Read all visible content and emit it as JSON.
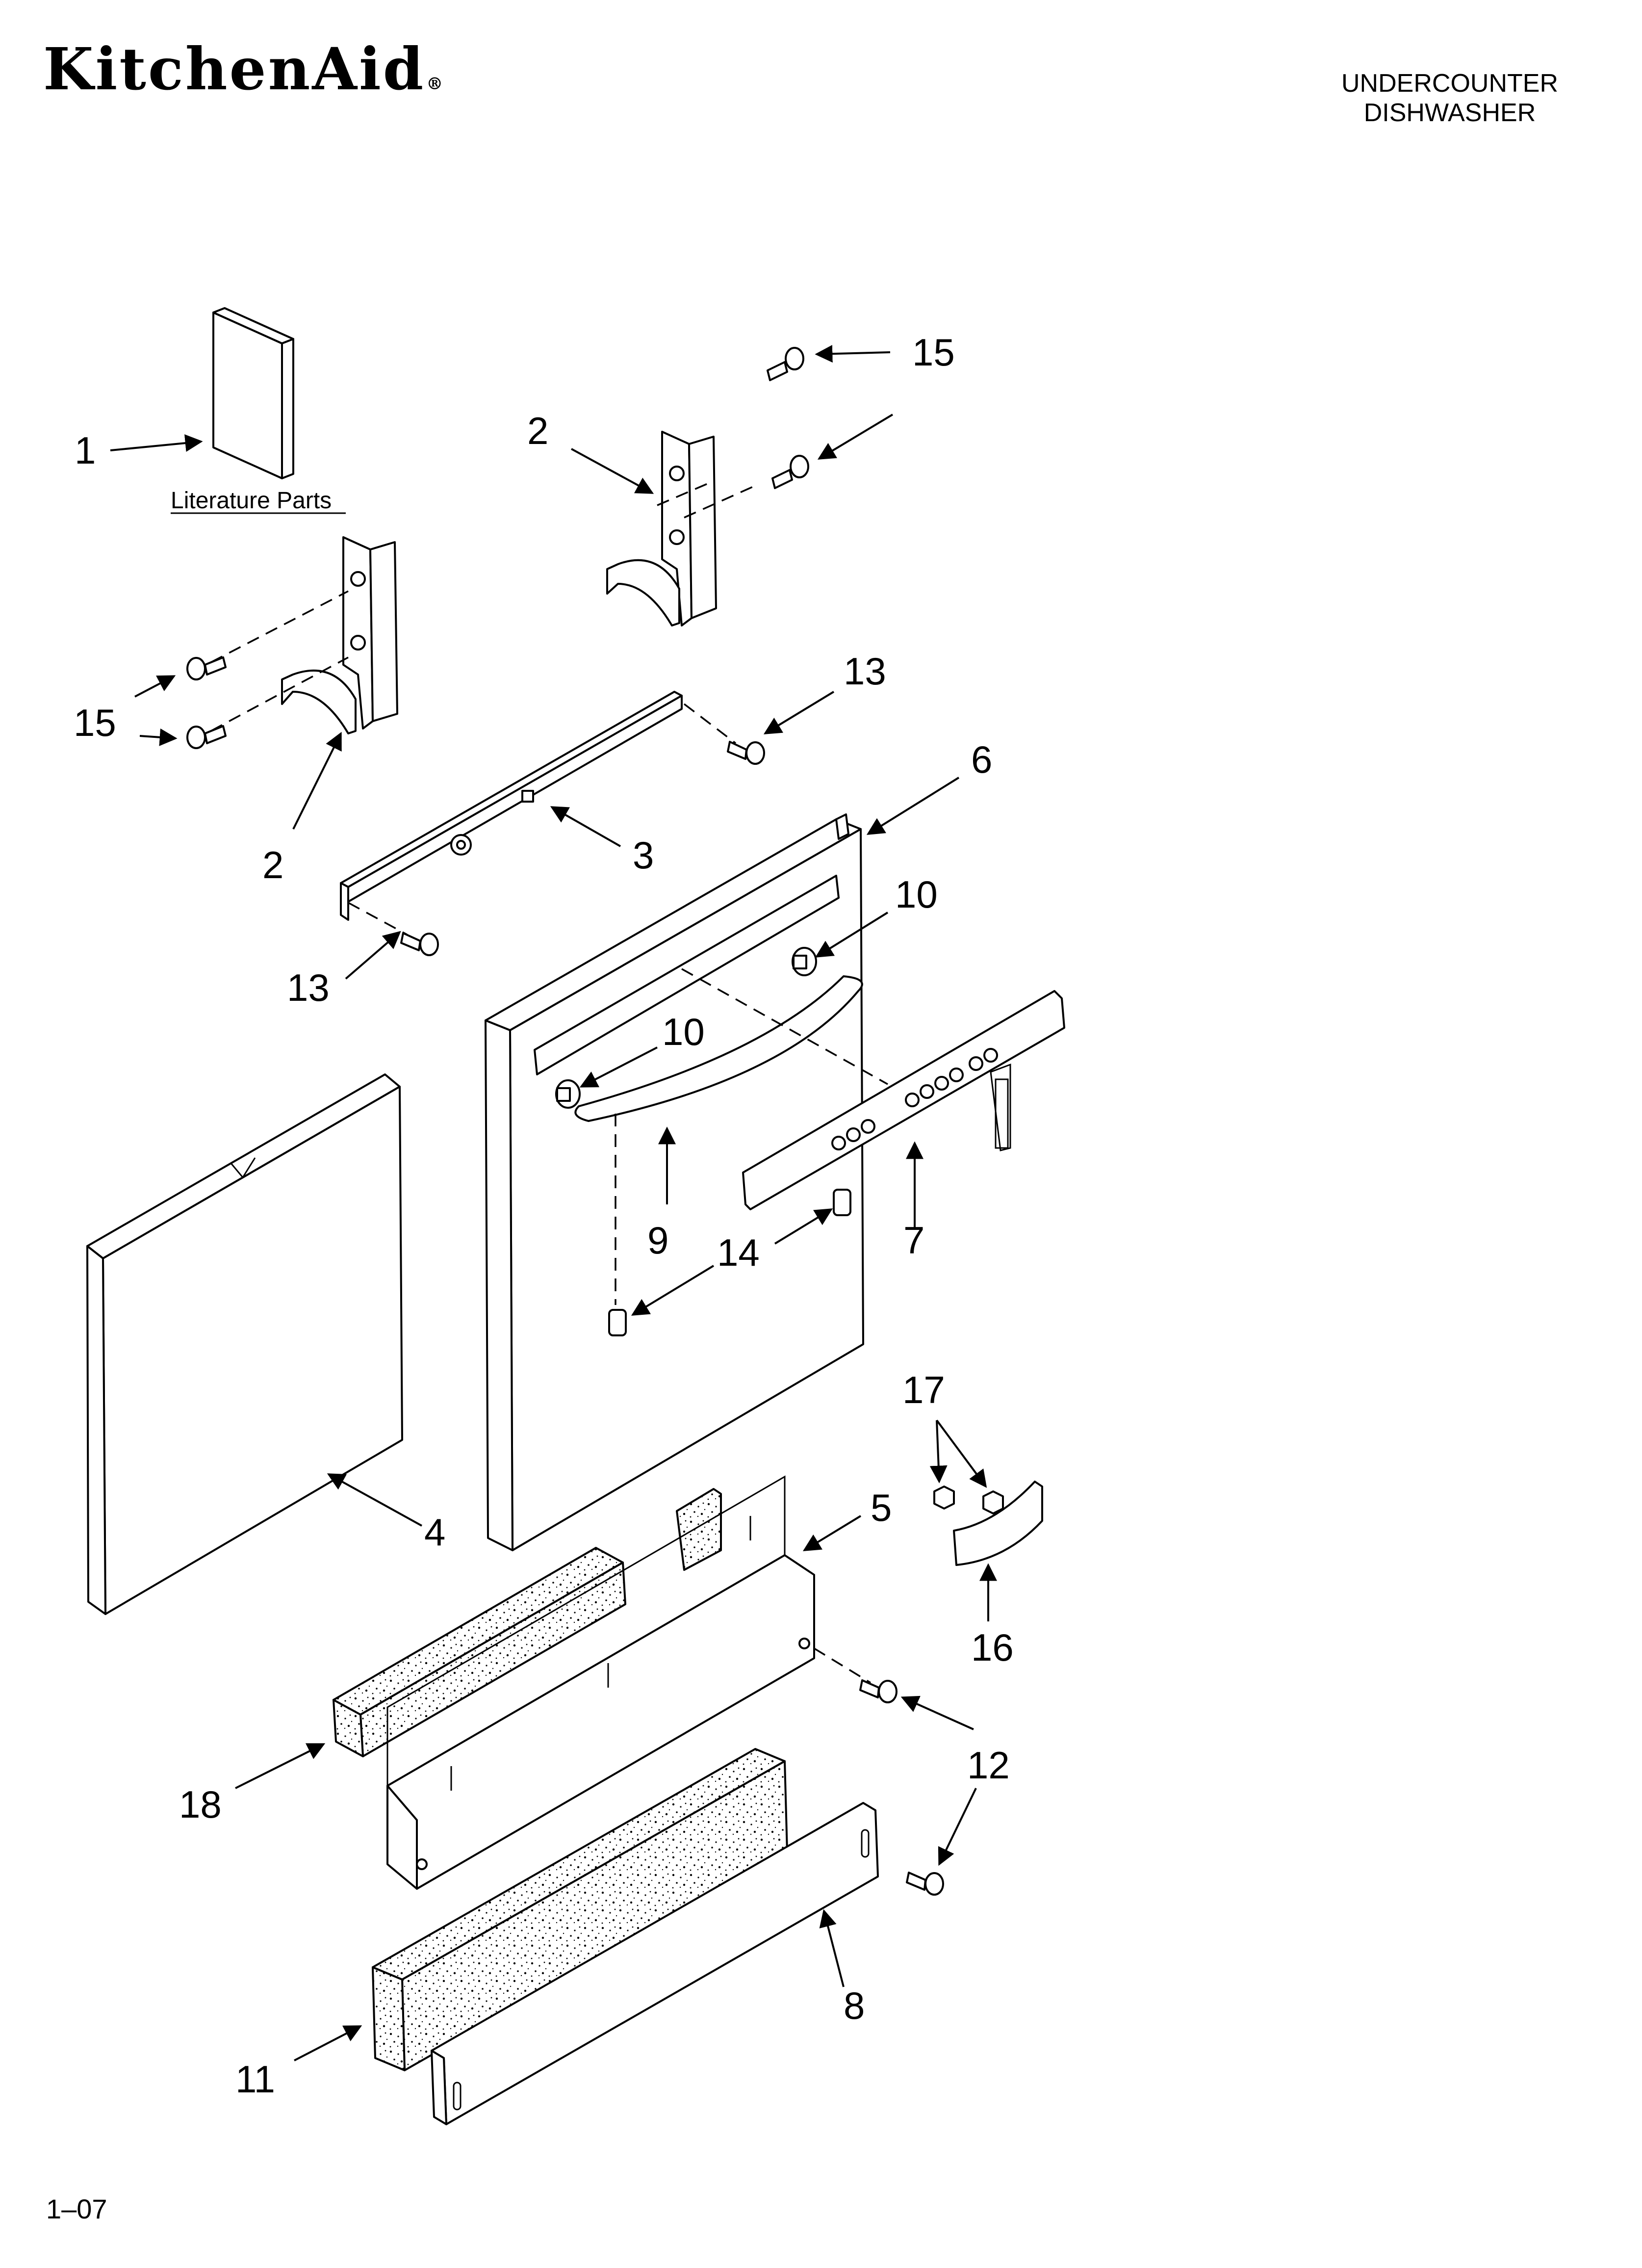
{
  "header": {
    "brand": "KitchenAid",
    "brand_mark": "®",
    "product_line1": "UNDERCOUNTER",
    "product_line2": "DISHWASHER"
  },
  "diagram": {
    "literature_label": "Literature Parts",
    "callouts": [
      "1",
      "2",
      "2",
      "3",
      "4",
      "5",
      "6",
      "7",
      "8",
      "9",
      "10",
      "10",
      "11",
      "12",
      "13",
      "13",
      "14",
      "15",
      "15",
      "16",
      "17",
      "18"
    ]
  },
  "footer": {
    "code": "1–07"
  }
}
